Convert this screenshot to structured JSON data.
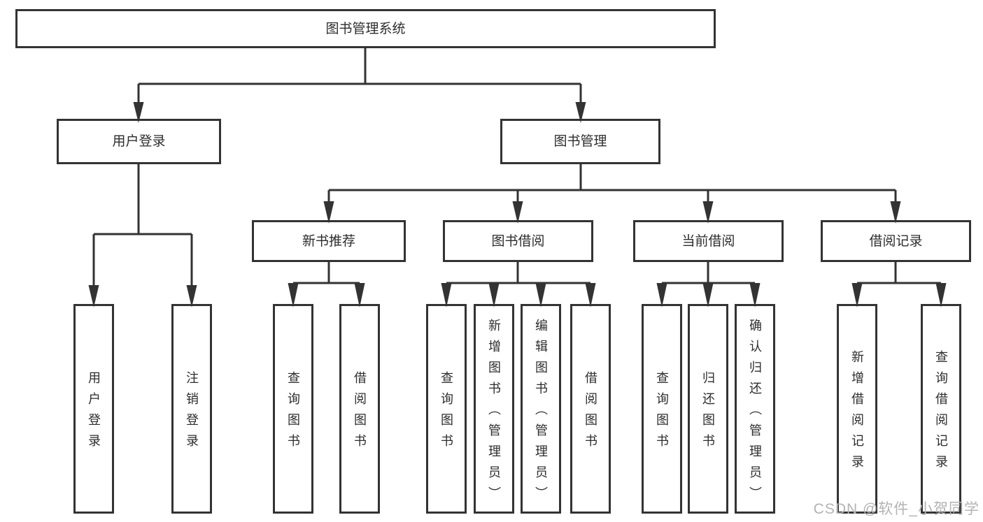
{
  "colors": {
    "line": "#333333",
    "box_border": "#333333",
    "text": "#2d2d2d",
    "watermark": "#b3b3b3",
    "background": "#ffffff"
  },
  "watermark": "CSDN @软件_小贺同学",
  "diagram": {
    "root": {
      "label": "图书管理系统"
    },
    "branches": [
      {
        "label": "用户登录",
        "children": [
          {
            "label": "用户登录"
          },
          {
            "label": "注销登录"
          }
        ]
      },
      {
        "label": "图书管理",
        "children": [
          {
            "label": "新书推荐",
            "children": [
              {
                "label": "查询图书"
              },
              {
                "label": "借阅图书"
              }
            ]
          },
          {
            "label": "图书借阅",
            "children": [
              {
                "label": "查询图书"
              },
              {
                "label": "新增图书（管理员）"
              },
              {
                "label": "编辑图书（管理员）"
              },
              {
                "label": "借阅图书"
              }
            ]
          },
          {
            "label": "当前借阅",
            "children": [
              {
                "label": "查询图书"
              },
              {
                "label": "归还图书"
              },
              {
                "label": "确认归还（管理员）"
              }
            ]
          },
          {
            "label": "借阅记录",
            "children": [
              {
                "label": "新增借阅记录"
              },
              {
                "label": "查询借阅记录"
              }
            ]
          }
        ]
      }
    ]
  }
}
